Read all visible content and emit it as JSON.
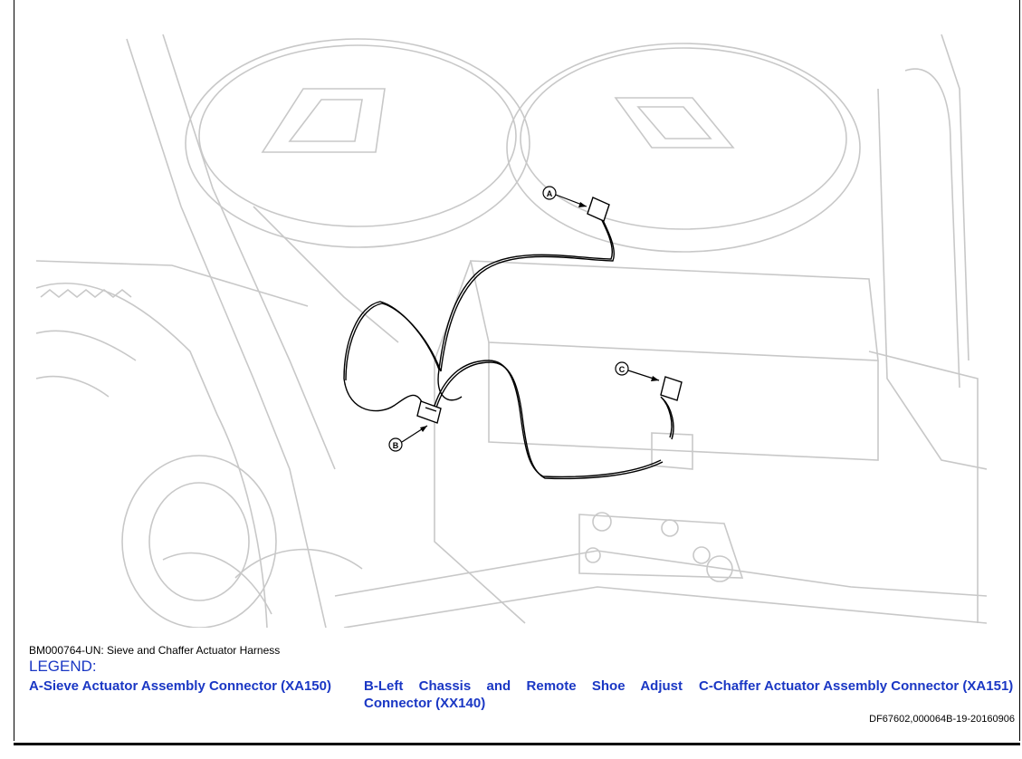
{
  "figure": {
    "caption": "BM000764-UN: Sieve and Chaffer Actuator Harness",
    "callouts": [
      {
        "letter": "A"
      },
      {
        "letter": "B"
      },
      {
        "letter": "C"
      }
    ]
  },
  "legend": {
    "title": "LEGEND:",
    "items": [
      {
        "text": "A-Sieve Actuator Assembly Connector (XA150)"
      },
      {
        "text": "B-Left Chassis and Remote Shoe Adjust Connector (XX140)"
      },
      {
        "text": "C-Chaffer Actuator Assembly Connector (XA151)"
      }
    ]
  },
  "document_id": "DF67602,000064B-19-20160906",
  "colors": {
    "legend_text": "#1a37c4",
    "line_art": "#c8c8c8",
    "harness": "#000000"
  }
}
